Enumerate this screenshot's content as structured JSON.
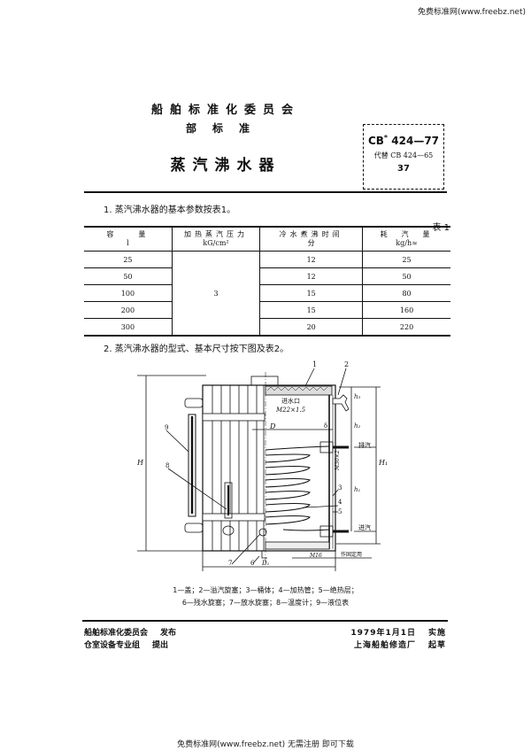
{
  "watermark": {
    "top": "免费标准网(www.freebz.net)",
    "bottom": "免费标准网(www.freebz.net) 无需注册 即可下载"
  },
  "header": {
    "organization": "船舶标准化委员会",
    "standard_level": "部标准",
    "title": "蒸汽沸水器",
    "code_box": {
      "code": "CB",
      "code_mark": "*",
      "number": "424—77",
      "replaces": "代替 CB 424—65",
      "page": "37"
    }
  },
  "section1": {
    "text": "1. 蒸汽沸水器的基本参数按表1。",
    "table_caption": "表 1",
    "table": {
      "columns": [
        {
          "label": "容　　量",
          "unit": "l"
        },
        {
          "label": "加热蒸汽压力",
          "unit": "kG/cm²"
        },
        {
          "label": "冷水煮沸时间",
          "unit": "分"
        },
        {
          "label": "耗　汽　量",
          "unit": "kg/h≈"
        }
      ],
      "rows": [
        {
          "capacity": "25",
          "pressure": "3",
          "boil_time": "12",
          "steam": "25"
        },
        {
          "capacity": "50",
          "pressure": "",
          "boil_time": "12",
          "steam": "50"
        },
        {
          "capacity": "100",
          "pressure": "",
          "boil_time": "15",
          "steam": "80"
        },
        {
          "capacity": "200",
          "pressure": "",
          "boil_time": "15",
          "steam": "160"
        },
        {
          "capacity": "300",
          "pressure": "",
          "boil_time": "20",
          "steam": "220"
        }
      ],
      "merged_pressure": "3"
    }
  },
  "section2": {
    "text": "2. 蒸汽沸水器的型式、基本尺寸按下图及表2。"
  },
  "diagram": {
    "callouts": [
      "1",
      "2",
      "3",
      "4",
      "5",
      "6",
      "7",
      "8",
      "9"
    ],
    "labels": {
      "inlet": "进水口",
      "inlet_thread": "M22×1.5",
      "exhaust": "排汽",
      "intake": "进汽",
      "pipe_thread": "M30×2",
      "bolt": "M16",
      "fixing": "作固定用",
      "dim_H": "H",
      "dim_H1": "H₁",
      "dim_h1": "h₁",
      "dim_h2": "h₂",
      "dim_h3": "h₃",
      "dim_D": "D",
      "dim_D1": "D₁",
      "dim_delta": "δ"
    }
  },
  "legend": {
    "line1": "1—盖；2—溢汽旋塞；3—桶体；4—加热管；5—绝热层；",
    "line2": "6—残水旋塞；7—放水旋塞；8—温度计；9—液位表"
  },
  "footer": {
    "publisher": "船舶标准化委员会",
    "publish_action": "发布",
    "proposer": "仓室设备专业组",
    "propose_action": "提出",
    "effective_date": "1979年1月1日",
    "effective_action": "实施",
    "drafter": "上海船舶修造厂",
    "draft_action": "起草"
  }
}
